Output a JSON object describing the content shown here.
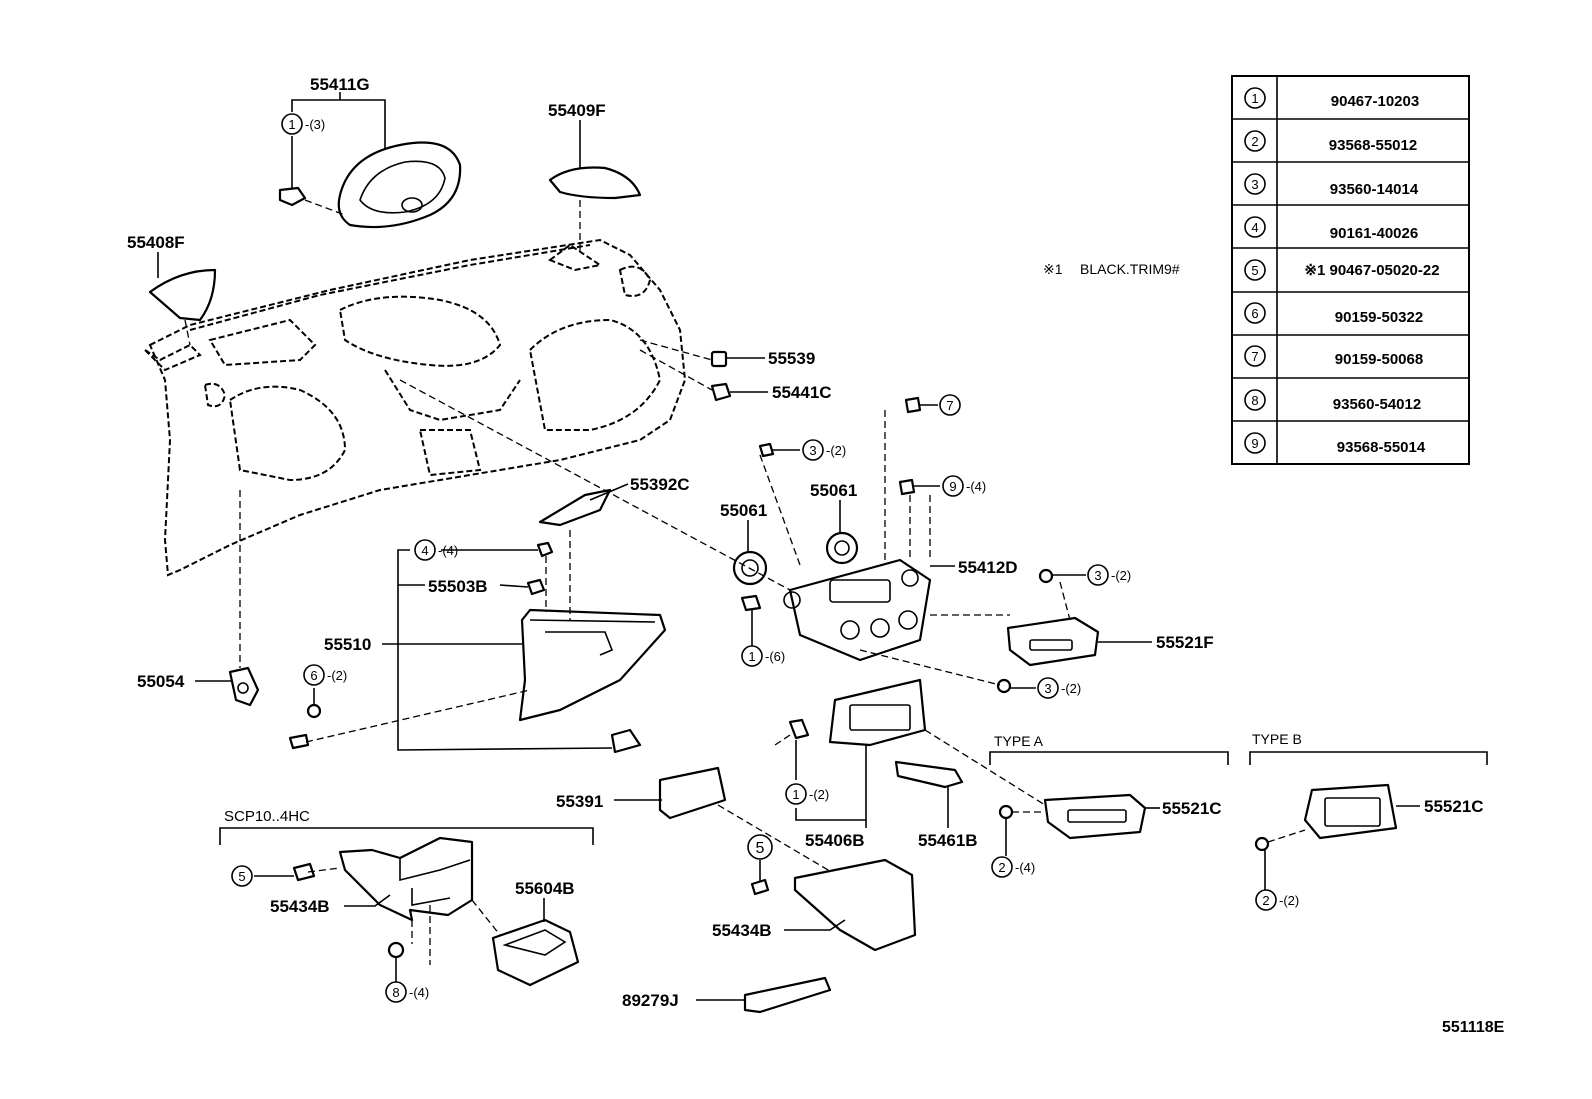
{
  "diagram_code": "551118E",
  "parts": [
    {
      "id": "p-55411G",
      "text": "55411G"
    },
    {
      "id": "p-55409F",
      "text": "55409F"
    },
    {
      "id": "p-55408F",
      "text": "55408F"
    },
    {
      "id": "p-55539",
      "text": "55539"
    },
    {
      "id": "p-55441C",
      "text": "55441C"
    },
    {
      "id": "p-55392C",
      "text": "55392C"
    },
    {
      "id": "p-55061a",
      "text": "55061"
    },
    {
      "id": "p-55061b",
      "text": "55061"
    },
    {
      "id": "p-55412D",
      "text": "55412D"
    },
    {
      "id": "p-55503B",
      "text": "55503B"
    },
    {
      "id": "p-55510",
      "text": "55510"
    },
    {
      "id": "p-55521F",
      "text": "55521F"
    },
    {
      "id": "p-55054",
      "text": "55054"
    },
    {
      "id": "p-55391",
      "text": "55391"
    },
    {
      "id": "p-55406B",
      "text": "55406B"
    },
    {
      "id": "p-55461B",
      "text": "55461B"
    },
    {
      "id": "p-55521Ca",
      "text": "55521C"
    },
    {
      "id": "p-55521Cb",
      "text": "55521C"
    },
    {
      "id": "p-55434Ba",
      "text": "55434B"
    },
    {
      "id": "p-55434Bb",
      "text": "55434B"
    },
    {
      "id": "p-55604B",
      "text": "55604B"
    },
    {
      "id": "p-89279J",
      "text": "89279J"
    }
  ],
  "callouts": [
    {
      "num": "1",
      "qty": "-(3)"
    },
    {
      "num": "7",
      "qty": ""
    },
    {
      "num": "3",
      "qty": "-(2)"
    },
    {
      "num": "9",
      "qty": "-(4)"
    },
    {
      "num": "4",
      "qty": "-(4)"
    },
    {
      "num": "3",
      "qty": "-(2)"
    },
    {
      "num": "1",
      "qty": "-(6)"
    },
    {
      "num": "3",
      "qty": "-(2)"
    },
    {
      "num": "6",
      "qty": "-(2)"
    },
    {
      "num": "1",
      "qty": "-(2)"
    },
    {
      "num": "2",
      "qty": "-(4)"
    },
    {
      "num": "2",
      "qty": "-(2)"
    },
    {
      "num": "5",
      "qty": ""
    },
    {
      "num": "8",
      "qty": "-(4)"
    },
    {
      "num": "5",
      "qty": ""
    }
  ],
  "groups": {
    "type_a": "TYPE A",
    "type_b": "TYPE B",
    "scp": "SCP10..4HC"
  },
  "note": {
    "mark": "※1",
    "text": "BLACK.TRIM9#"
  },
  "legend_table": [
    {
      "num": "1",
      "part": "90467-10203"
    },
    {
      "num": "2",
      "part": "93568-55012"
    },
    {
      "num": "3",
      "part": "93560-14014"
    },
    {
      "num": "4",
      "part": "90161-40026"
    },
    {
      "num": "5",
      "part": "※1 90467-05020-22"
    },
    {
      "num": "6",
      "part": "90159-50322"
    },
    {
      "num": "7",
      "part": "90159-50068"
    },
    {
      "num": "8",
      "part": "93560-54012"
    },
    {
      "num": "9",
      "part": "93568-55014"
    }
  ]
}
